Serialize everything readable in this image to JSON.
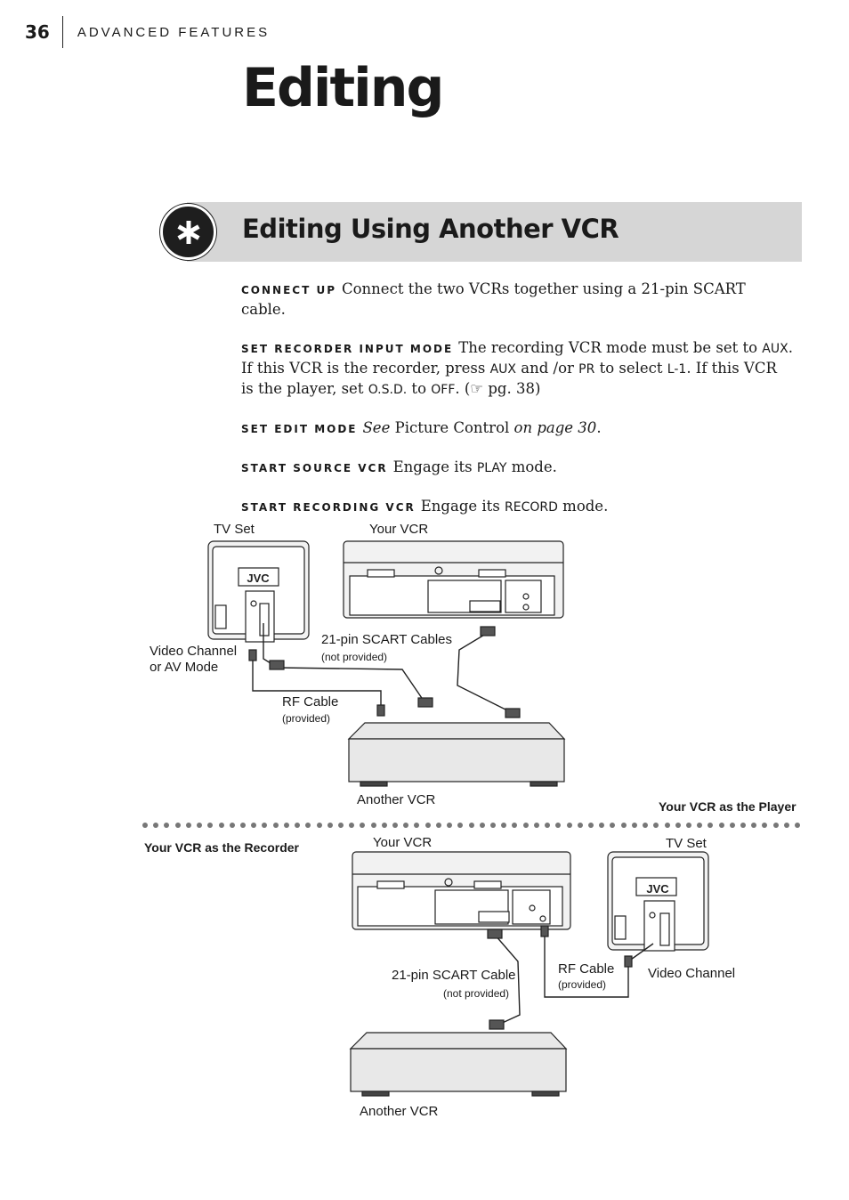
{
  "header": {
    "page_number": "36",
    "section": "ADVANCED FEATURES"
  },
  "title": "Editing",
  "section": {
    "title": "Editing Using Another VCR",
    "icon": "asterisk-icon"
  },
  "steps": {
    "connect": {
      "label": "CONNECT UP",
      "text": "Connect the two VCRs together using a 21-pin SCART cable."
    },
    "input_mode": {
      "label": "SET RECORDER INPUT MODE",
      "t1": "The recording VCR mode must be set to ",
      "k1": "AUX",
      "t2": ". If this VCR is the recorder, press ",
      "k2": "AUX",
      "t3": " and /or ",
      "k3": "PR",
      "t4": " to select ",
      "k4": "L-1",
      "t5": ". If this VCR is the player, set ",
      "k5": "O.S.D.",
      "t6": " to ",
      "k6": "OFF",
      "t7": ". (☞ pg. 38)"
    },
    "edit_mode": {
      "label": "SET EDIT MODE",
      "see": "See",
      "text": " Picture Control ",
      "page": "on page 30",
      "end": "."
    },
    "source": {
      "label": "START SOURCE VCR",
      "t1": "Engage its ",
      "k1": "PLAY",
      "t2": " mode."
    },
    "recording": {
      "label": "START RECORDING VCR",
      "t1": "Engage its ",
      "k1": "RECORD",
      "t2": " mode."
    }
  },
  "diagram_player": {
    "tv_set": "TV Set",
    "your_vcr": "Your VCR",
    "video_channel": "Video Channel",
    "av_mode": "or AV Mode",
    "scart": "21-pin SCART Cables",
    "scart_note": "(not provided)",
    "rf": "RF Cable",
    "rf_note": "(provided)",
    "another_vcr": "Another VCR",
    "caption": "Your VCR as the Player",
    "brand": "JVC"
  },
  "diagram_recorder": {
    "caption": "Your VCR as the Recorder",
    "your_vcr": "Your VCR",
    "tv_set": "TV Set",
    "scart": "21-pin SCART Cable",
    "scart_note": "(not provided)",
    "rf": "RF Cable",
    "rf_note": "(provided)",
    "video_channel": "Video Channel",
    "another_vcr": "Another VCR",
    "brand": "JVC"
  }
}
